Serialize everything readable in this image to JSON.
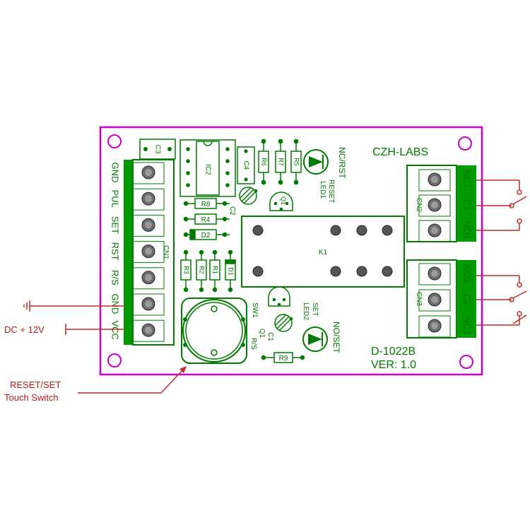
{
  "board": {
    "brand": "CZH-LABS",
    "model": "D-1022B",
    "version": "VER: 1.0"
  },
  "left_terminal": {
    "label": "CN1",
    "pins": [
      "GND",
      "PUL",
      "SET",
      "RST",
      "R/S",
      "GND",
      "VCC"
    ]
  },
  "right_terminal_top": {
    "label": "CN2",
    "pins": [
      "NC1",
      "C1",
      "NO1"
    ]
  },
  "right_terminal_bottom": {
    "label": "CN3",
    "pins": [
      "NO2",
      "C2",
      "NC2"
    ]
  },
  "components": {
    "c3": "C3",
    "ic2": "IC2",
    "c4": "C4",
    "r6": "R6",
    "r7": "R7",
    "r5": "R5",
    "led1": "LED1",
    "nc_rst": "NC/RST",
    "reset": "RESET",
    "q1_top": "Q1",
    "c2": "C2",
    "r8": "R8",
    "r4": "R4",
    "d2": "D2",
    "r3": "R3",
    "r2": "R2",
    "r1": "R1",
    "d1": "D1",
    "k1": "K1",
    "sw1": "SW1",
    "q_bottom": "Q1",
    "c1": "C1",
    "rs": "R/S",
    "r9": "R9",
    "led2": "LED2",
    "set": "SET",
    "no_set": "NO/SET"
  },
  "annotations": {
    "power_label": "DC + 12V",
    "switch_label_line1": "RESET/SET",
    "switch_label_line2": "Touch Switch"
  },
  "colors": {
    "board_outline": "#cc00cc",
    "silk": "#007a00",
    "terminal_green": "#009900",
    "wire_red": "#c62828",
    "text_red": "#b71c1c"
  }
}
